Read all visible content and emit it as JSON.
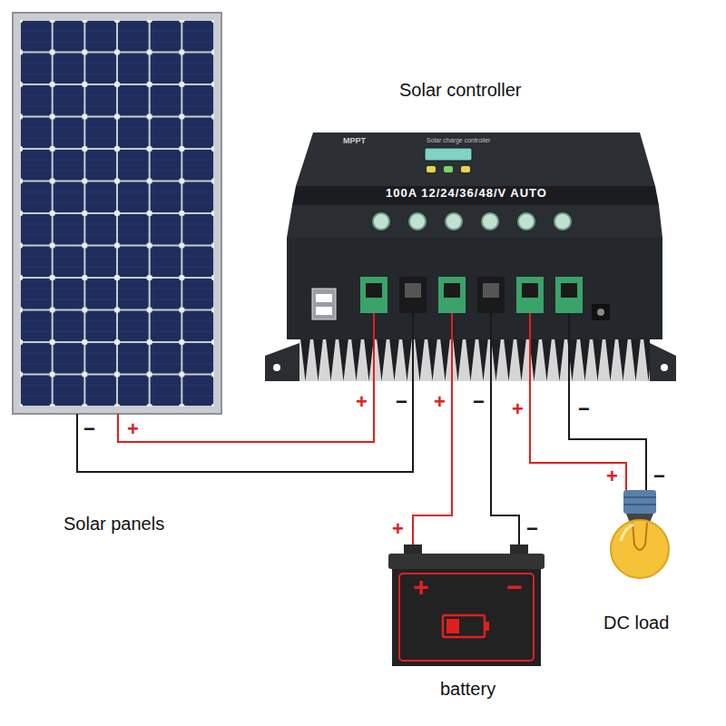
{
  "diagram": {
    "nodes": [
      {
        "text": [
          "Solar panels"
        ]
      },
      {
        "text": [
          "Solar controller",
          "MPPT",
          "Solar charge controller",
          "100A 12/24/36/48/V AUTO"
        ]
      },
      {
        "text": [
          "battery",
          "+",
          "−"
        ]
      },
      {
        "text": [
          "DC load"
        ]
      }
    ],
    "edges": [
      {
        "from": 1,
        "to": 0,
        "arrow": "none",
        "label": "+"
      },
      {
        "from": 1,
        "to": 0,
        "arrow": "none",
        "label": "−"
      },
      {
        "from": 1,
        "to": 2,
        "arrow": "none",
        "label": "+"
      },
      {
        "from": 1,
        "to": 2,
        "arrow": "none",
        "label": "−"
      },
      {
        "from": 1,
        "to": 3,
        "arrow": "none",
        "label": "+"
      },
      {
        "from": 1,
        "to": 3,
        "arrow": "none",
        "label": "−"
      }
    ],
    "labels": [
      "−",
      "+",
      "+",
      "−",
      "+",
      "−"
    ]
  }
}
